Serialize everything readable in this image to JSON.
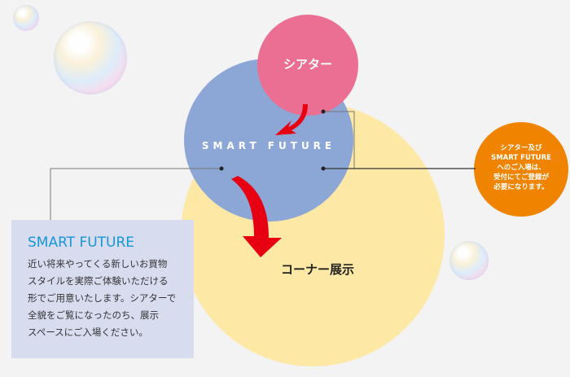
{
  "diagram": {
    "theater_label": "シアター",
    "smart_future_label": "SMART FUTURE",
    "corner_label": "コーナー展示",
    "note": "シアター及び\nSMART FUTURE\nへのご入場は、\n受付にてご登録が\n必要になります。"
  },
  "info_box": {
    "title": "SMART FUTURE",
    "body": "近い将来やってくる新しいお買物\nスタイルを実際ご体験いただける\n形でご用意いたします。シアターで\n全貌をご覧になったのち、展示\nスペースにご入場ください。"
  },
  "colors": {
    "yellow": "#fde8a6",
    "blue": "#8ca6d6",
    "pink": "#ea6f93",
    "orange": "#f08300",
    "arrow": "#e60012",
    "title": "#1596d6"
  }
}
